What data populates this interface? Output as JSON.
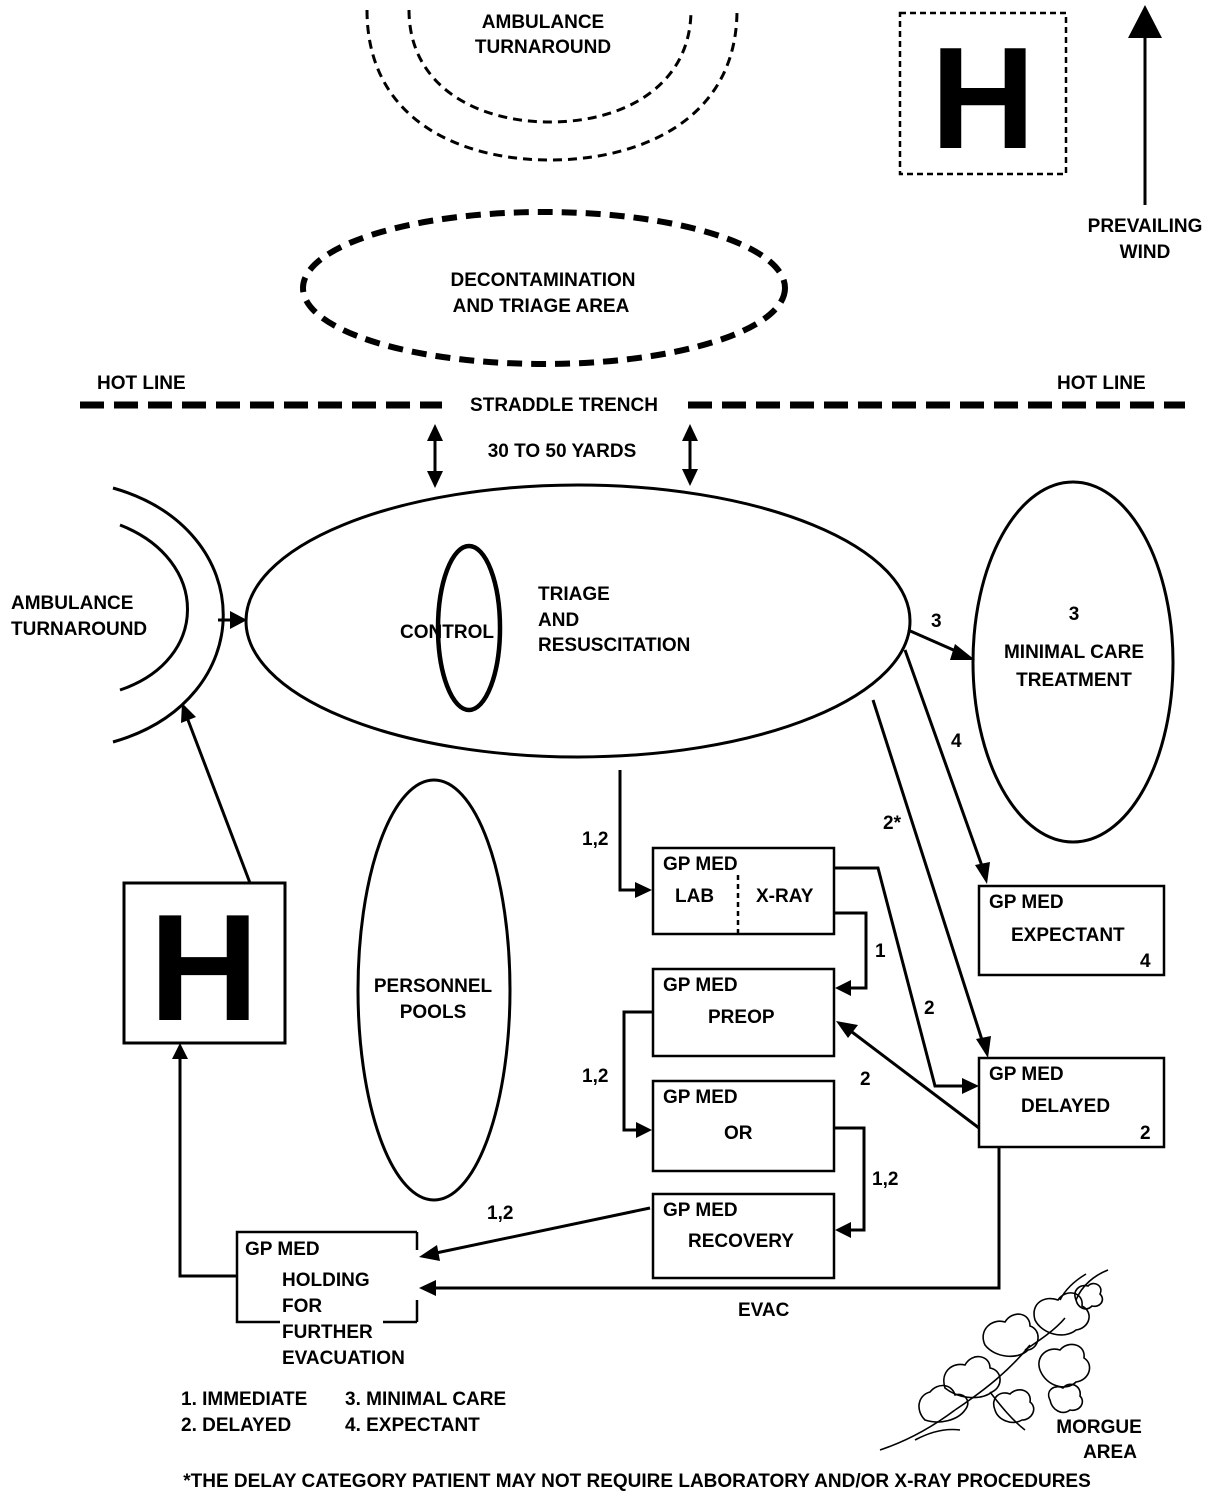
{
  "top": {
    "ambulance_turnaround": [
      "AMBULANCE",
      "TURNAROUND"
    ],
    "helipad_letter": "H",
    "wind_label": [
      "PREVAILING",
      "WIND"
    ]
  },
  "decon": {
    "label": [
      "DECONTAMINATION",
      "AND TRIAGE AREA"
    ]
  },
  "hotline": {
    "left_label": "HOT LINE",
    "right_label": "HOT LINE",
    "trench_label": "STRADDLE TRENCH",
    "distance_label": "30 TO 50 YARDS"
  },
  "main": {
    "ambulance_turnaround": [
      "AMBULANCE",
      "TURNAROUND"
    ],
    "control_label": "CONTROL",
    "triage_label": [
      "TRIAGE",
      "AND",
      "RESUSCITATION"
    ],
    "minimal_care": {
      "number": "3",
      "label": [
        "MINIMAL CARE",
        "TREATMENT"
      ]
    },
    "personnel_pools": [
      "PERSONNEL",
      "POOLS"
    ],
    "helipad_letter": "H"
  },
  "boxes": {
    "lab_xray": {
      "header": "GP MED",
      "left": "LAB",
      "right": "X-RAY"
    },
    "preop": {
      "header": "GP MED",
      "label": "PREOP"
    },
    "or": {
      "header": "GP MED",
      "label": "OR"
    },
    "recovery": {
      "header": "GP MED",
      "label": "RECOVERY"
    },
    "expectant": {
      "header": "GP MED",
      "label": "EXPECTANT",
      "number": "4"
    },
    "delayed": {
      "header": "GP MED",
      "label": "DELAYED",
      "number": "2"
    },
    "holding": {
      "header": "GP MED",
      "label": [
        "HOLDING",
        "FOR",
        "FURTHER",
        "EVACUATION"
      ]
    }
  },
  "flow_labels": {
    "to_minimal": "3",
    "to_expectant": "4",
    "to_delayed": "2*",
    "to_lab": "1,2",
    "xray_to_preop": "1",
    "xray_to_delayed": "2",
    "delayed_to_preop": "2",
    "preop_to_or": "1,2",
    "or_to_recovery": "1,2",
    "recovery_to_holding": "1,2",
    "evac": "EVAC"
  },
  "legend": {
    "items": [
      "1.  IMMEDIATE",
      "2.  DELAYED",
      "3.  MINIMAL CARE",
      "4.  EXPECTANT"
    ]
  },
  "morgue": {
    "label": [
      "MORGUE",
      "AREA"
    ]
  },
  "footnote": "*THE DELAY CATEGORY PATIENT MAY NOT REQUIRE LABORATORY AND/OR X-RAY PROCEDURES"
}
